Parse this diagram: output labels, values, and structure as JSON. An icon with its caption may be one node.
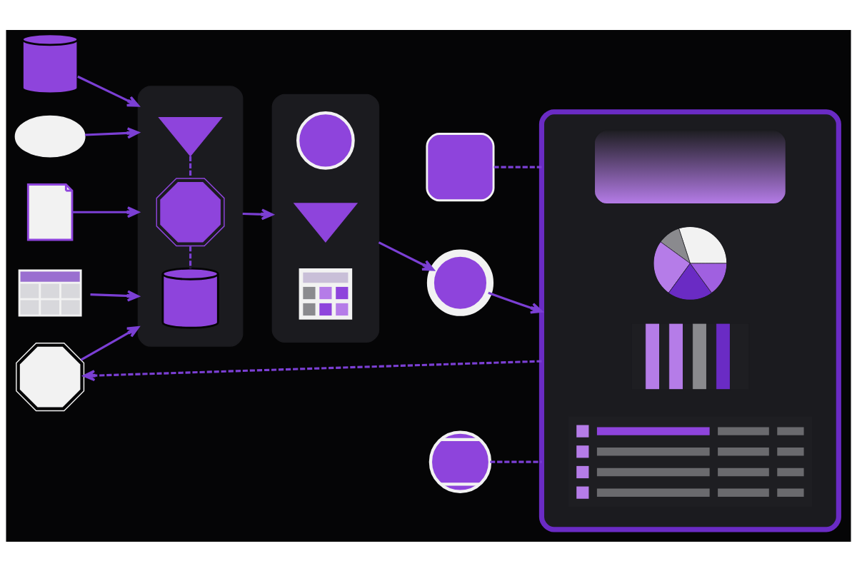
{
  "diagram": {
    "nodes": [
      {
        "text": [],
        "shape": "cylinder"
      },
      {
        "text": [],
        "shape": "cloud"
      },
      {
        "text": [],
        "shape": "document"
      },
      {
        "text": [],
        "shape": "table"
      },
      {
        "text": [],
        "shape": "gear"
      },
      {
        "text": [],
        "shape": "box"
      },
      {
        "text": [],
        "shape": "funnel",
        "in": 5
      },
      {
        "text": [],
        "shape": "gear",
        "in": 5
      },
      {
        "text": [],
        "shape": "cylinder",
        "in": 5
      },
      {
        "text": [],
        "shape": "box"
      },
      {
        "text": [],
        "shape": "person",
        "in": 9
      },
      {
        "text": [],
        "shape": "funnel",
        "in": 9
      },
      {
        "text": [],
        "shape": "calendar",
        "in": 9
      },
      {
        "text": [],
        "shape": "chart"
      },
      {
        "text": [],
        "shape": "donut"
      },
      {
        "text": [],
        "shape": "gauge"
      },
      {
        "text": [],
        "shape": "window"
      },
      {
        "text": [],
        "shape": "chart",
        "in": 16
      },
      {
        "text": [],
        "shape": "pie",
        "in": 16
      },
      {
        "text": [],
        "shape": "chart",
        "in": 16
      },
      {
        "text": [],
        "shape": "table",
        "in": 16
      }
    ],
    "edges": [
      {
        "from": 0,
        "to": 5,
        "arrow": "to"
      },
      {
        "from": 1,
        "to": 5,
        "arrow": "to"
      },
      {
        "from": 2,
        "to": 5,
        "arrow": "to"
      },
      {
        "from": 3,
        "to": 5,
        "arrow": "to"
      },
      {
        "from": 4,
        "to": 5,
        "arrow": "to"
      },
      {
        "from": 6,
        "to": 7,
        "arrow": "none",
        "style": "dashed"
      },
      {
        "from": 7,
        "to": 8,
        "arrow": "none",
        "style": "dashed"
      },
      {
        "from": 5,
        "to": 9,
        "arrow": "to"
      },
      {
        "from": 9,
        "to": 14,
        "arrow": "to"
      },
      {
        "from": 13,
        "to": 16,
        "arrow": "none",
        "style": "dashed"
      },
      {
        "from": 14,
        "to": 16,
        "arrow": "to"
      },
      {
        "from": 15,
        "to": 16,
        "arrow": "none",
        "style": "dashed"
      },
      {
        "from": 16,
        "to": 4,
        "arrow": "to",
        "style": "dashed"
      }
    ]
  }
}
